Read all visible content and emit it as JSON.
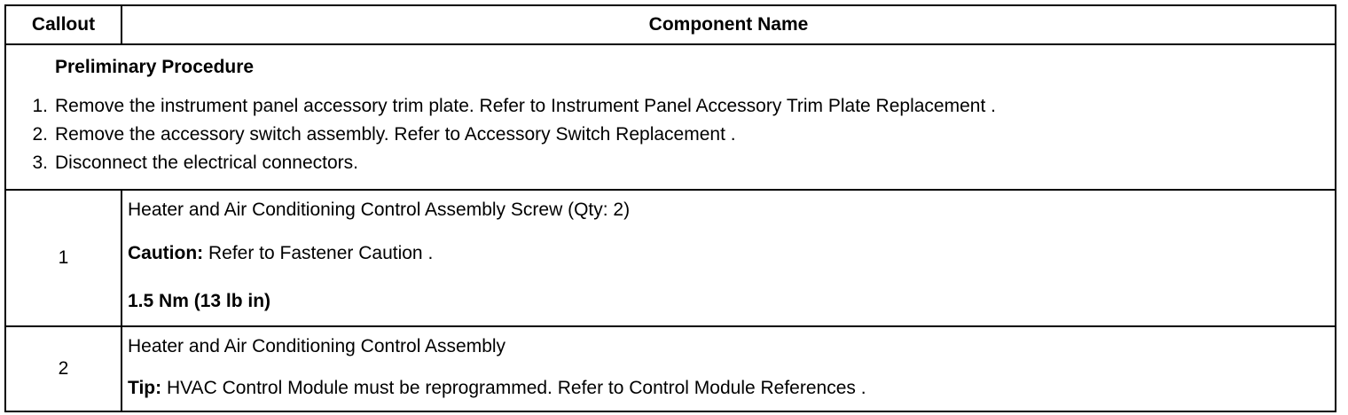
{
  "table": {
    "headers": {
      "callout": "Callout",
      "component": "Component Name"
    },
    "preliminary": {
      "title": "Preliminary Procedure",
      "steps": [
        {
          "num": "1.",
          "text": "Remove the instrument panel accessory trim plate. Refer to Instrument Panel Accessory Trim Plate Replacement ."
        },
        {
          "num": "2.",
          "text": "Remove the accessory switch assembly. Refer to Accessory Switch Replacement ."
        },
        {
          "num": "3.",
          "text": "Disconnect the electrical connectors."
        }
      ]
    },
    "rows": [
      {
        "callout": "1",
        "name": "Heater and Air Conditioning Control Assembly Screw (Qty: 2)",
        "caution_label": "Caution:",
        "caution_text": " Refer to Fastener Caution .",
        "torque": "1.5 Nm (13 lb in)"
      },
      {
        "callout": "2",
        "name": "Heater and Air Conditioning Control Assembly",
        "tip_label": "Tip:",
        "tip_text": " HVAC Control Module must be reprogrammed. Refer to Control Module References ."
      }
    ]
  }
}
